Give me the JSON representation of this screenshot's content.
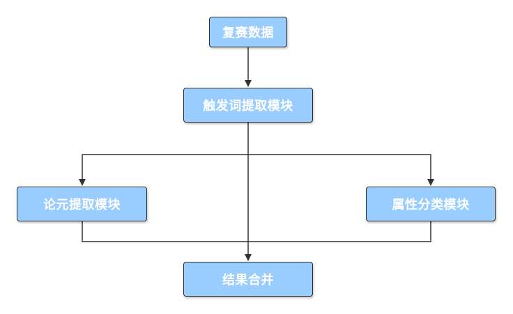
{
  "diagram": {
    "nodes": {
      "data": "复赛数据",
      "trigger": "触发词提取模块",
      "argument": "论元提取模块",
      "attribute": "属性分类模块",
      "merge": "结果合并"
    },
    "edges": [
      [
        "data",
        "trigger"
      ],
      [
        "trigger",
        "argument"
      ],
      [
        "trigger",
        "attribute"
      ],
      [
        "trigger",
        "merge"
      ],
      [
        "argument",
        "merge"
      ],
      [
        "attribute",
        "merge"
      ]
    ],
    "colors": {
      "node_fill": "#99ccff",
      "node_border": "#2b2b2b",
      "node_text": "#ffffff",
      "line": "#333333"
    }
  }
}
